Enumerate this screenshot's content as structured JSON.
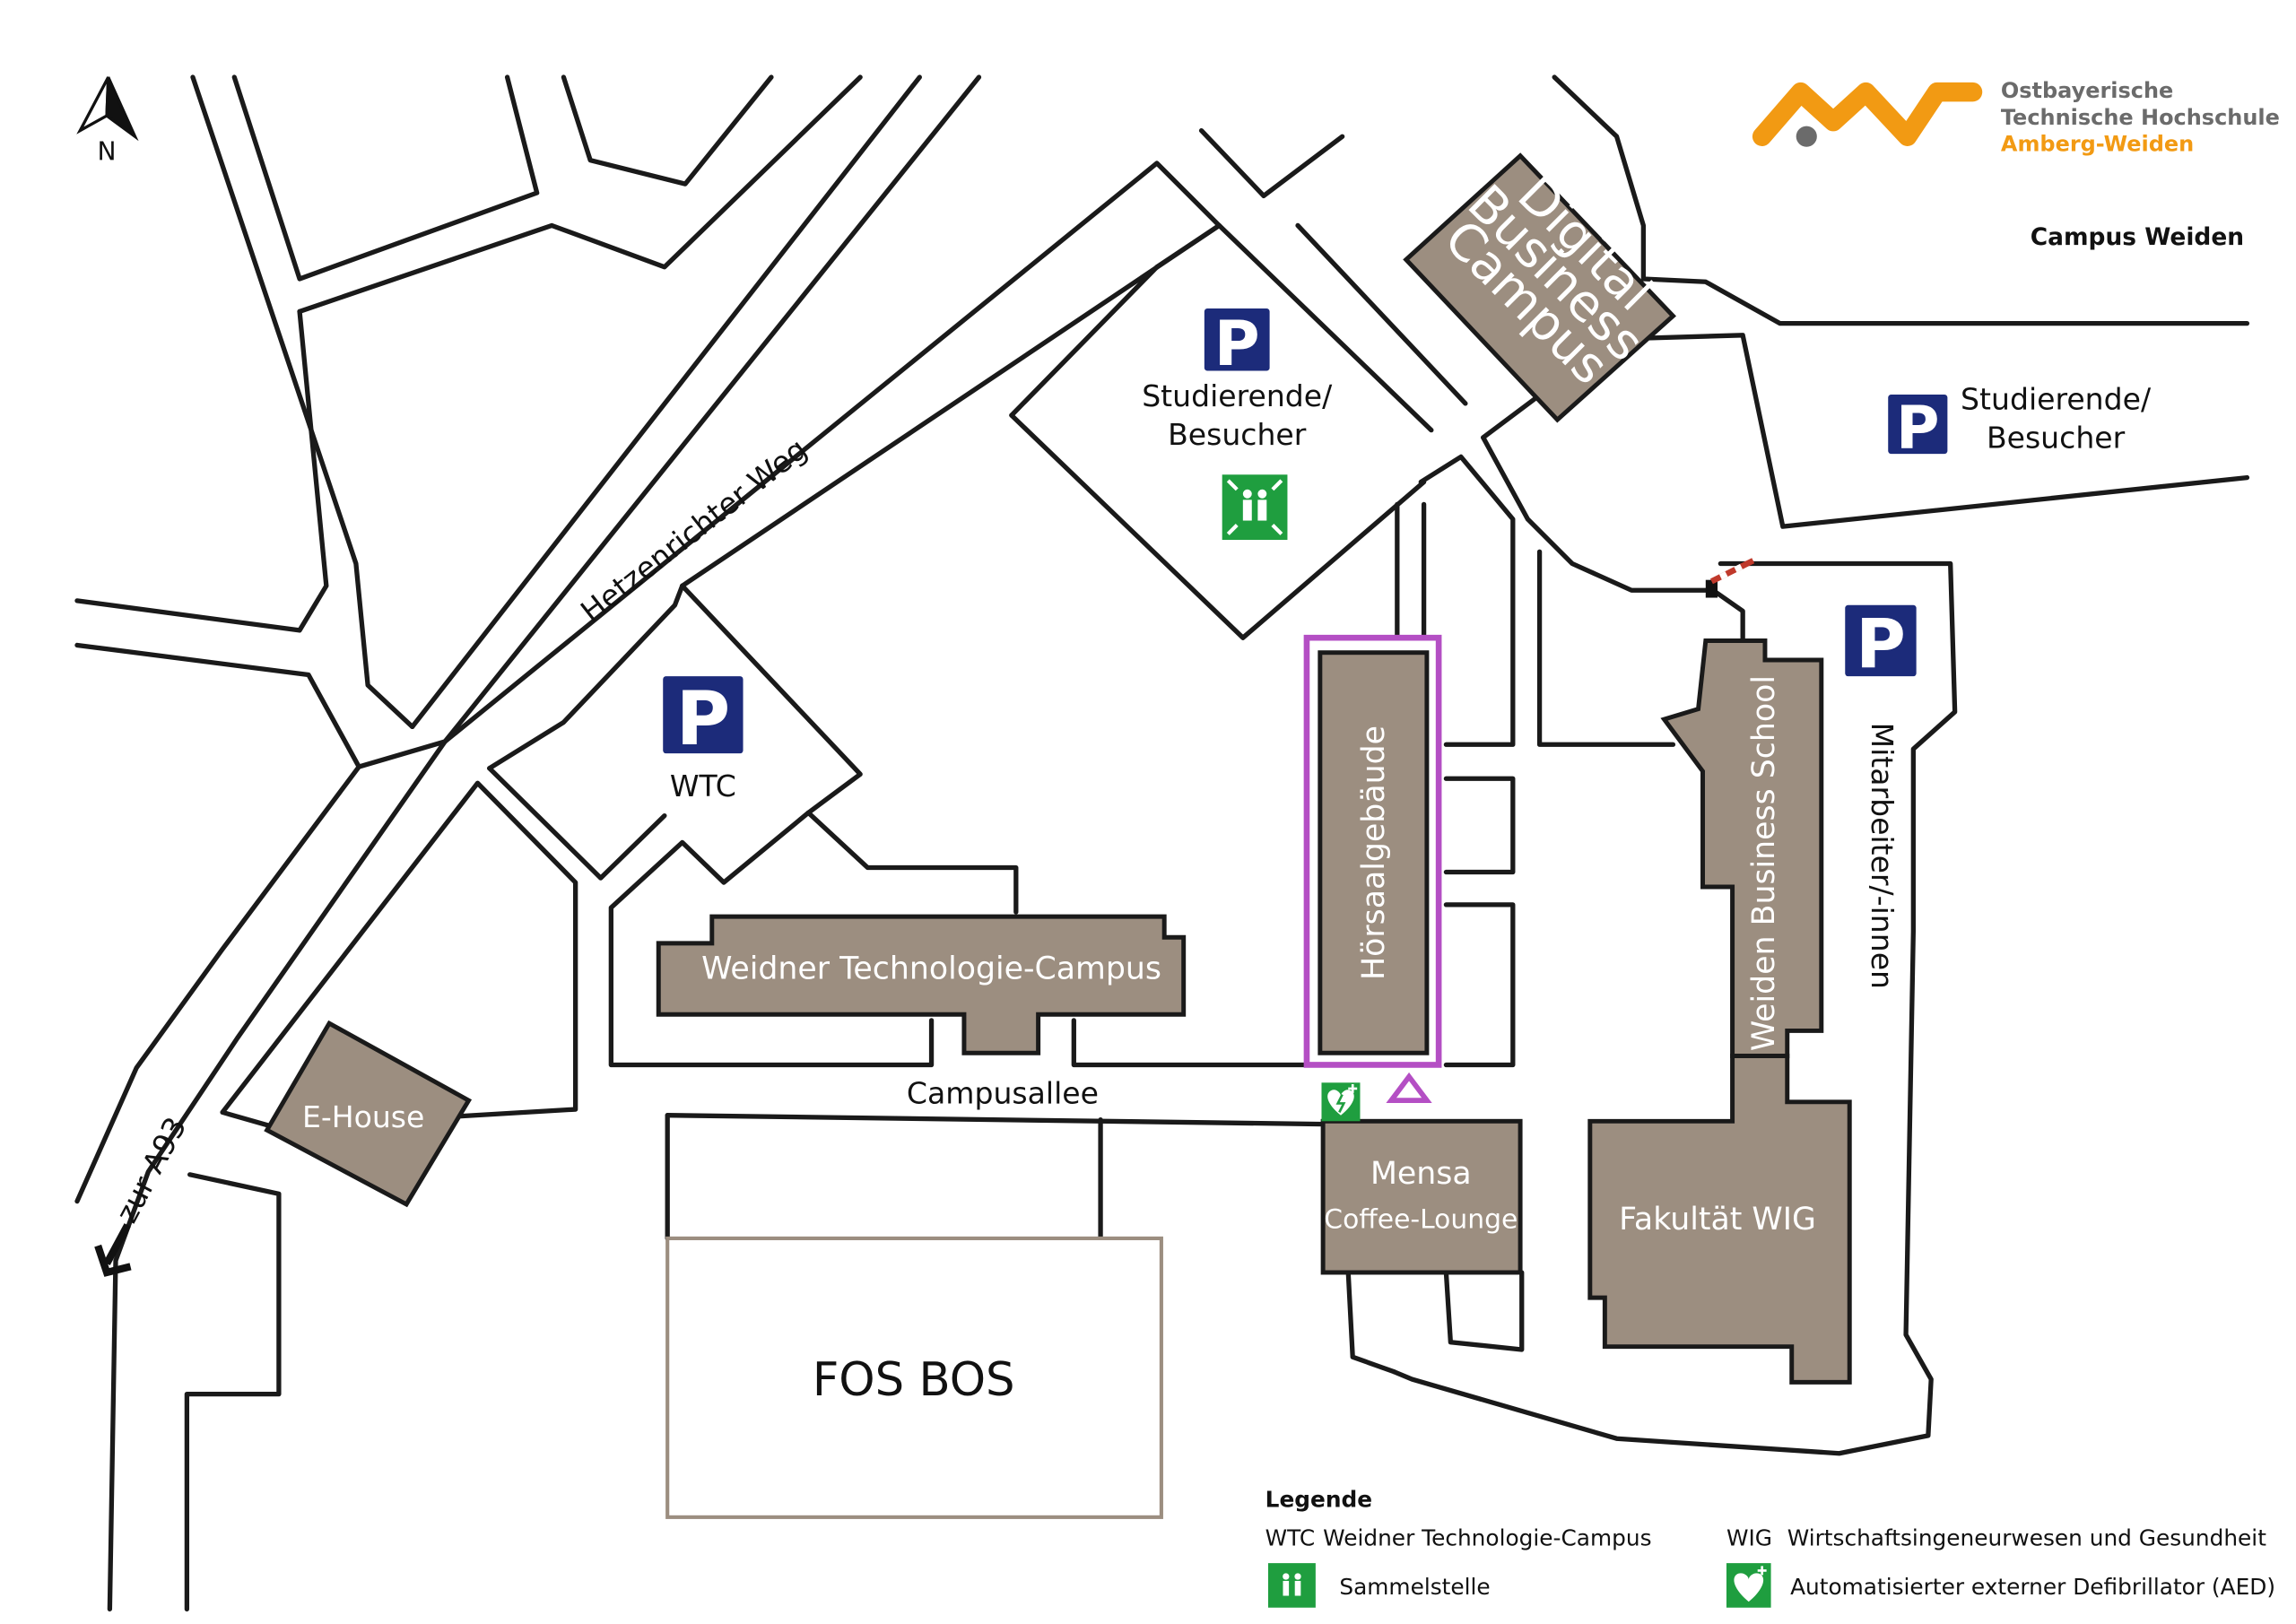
{
  "logo": {
    "line1": "Ostbayerische",
    "line2": "Technische Hochschule",
    "line3": "Amberg-Weiden",
    "colors": {
      "orange": "#f29a13",
      "dark": "#6b6b6b",
      "accent_text": "#f29a13"
    }
  },
  "campus_title": "Campus Weiden",
  "north": "N",
  "streets": {
    "hetzenrichter": "Hetzenrichter Weg",
    "campusallee": "Campusallee",
    "a93": "zur A93"
  },
  "buildings": {
    "digital": [
      "Digital",
      "Business",
      "Campus"
    ],
    "weidner": "Weidner Technologie-Campus",
    "hoersaal": "Hörsaalgebäude",
    "business_school": "Weiden Business School",
    "ehouse": "E-House",
    "mensa": "Mensa",
    "coffee": "Coffee-Lounge",
    "fakultaet": "Fakultät WIG",
    "fosbos": "FOS BOS"
  },
  "parking": {
    "p_letter": "P",
    "north_label": [
      "Studierende/",
      "Besucher"
    ],
    "east_label": [
      "Studierende/",
      "Besucher"
    ],
    "wtc_label": "WTC",
    "staff_label": "Mitarbeiter/-innen"
  },
  "legend": {
    "title": "Legende",
    "wtc_abbr": "WTC",
    "wtc_text": "Weidner Technologie-Campus",
    "wig_abbr": "WIG",
    "wig_text": "Wirtschaftsingeneurwesen und Gesundheit",
    "assembly": "Sammelstelle",
    "aed": "Automatisierter externer Defibrillator (AED)"
  },
  "colors": {
    "building_fill": "#9c8e80",
    "highlight": "#b44fc4",
    "parking_blue": "#1c2b7a",
    "safety_green": "#1f9e3f",
    "fosbos_outline": "#9c8e80"
  }
}
